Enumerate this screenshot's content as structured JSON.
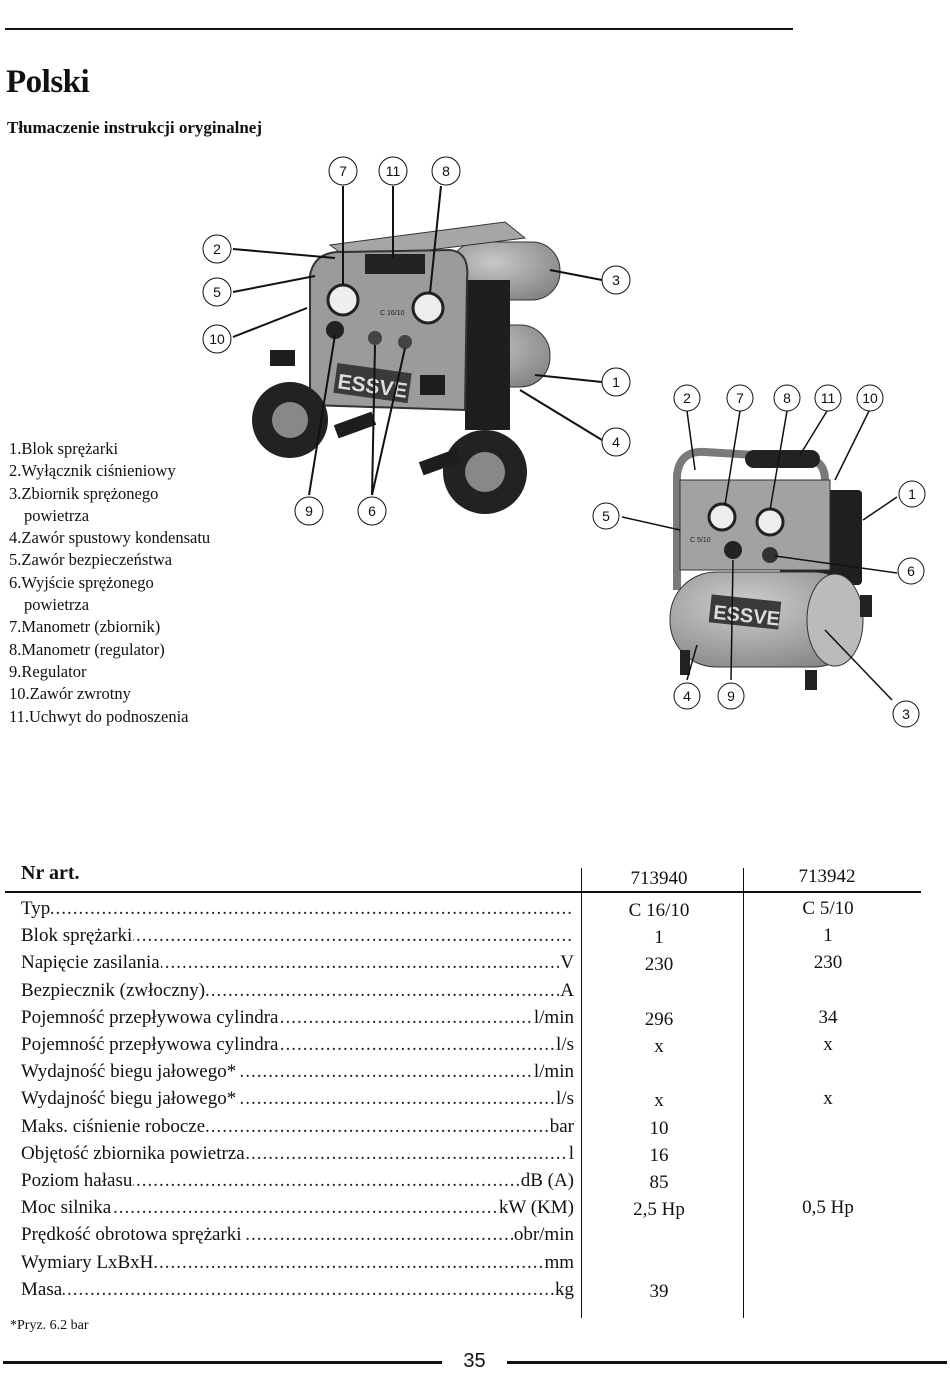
{
  "page": {
    "language": "Polski",
    "subtitle": "Tłumaczenie instrukcji oryginalnej",
    "page_number": "35",
    "footnote": "*Pryz. 6.2 bar"
  },
  "figure1": {
    "brand": "ESSVE",
    "model_plate": "C 16/10",
    "callouts": [
      "7",
      "11",
      "8",
      "2",
      "5",
      "10",
      "3",
      "1",
      "4",
      "9",
      "6"
    ]
  },
  "figure2": {
    "brand": "ESSVE",
    "model_plate": "C 5/10",
    "callouts": [
      "2",
      "7",
      "8",
      "11",
      "10",
      "1",
      "5",
      "6",
      "4",
      "9",
      "3"
    ]
  },
  "legend": [
    {
      "text": "1.Blok sprężarki"
    },
    {
      "text": "2.Wyłącznik ciśnieniowy"
    },
    {
      "text": "3.Zbiornik sprężonego"
    },
    {
      "text": "powietrza",
      "indent": true
    },
    {
      "text": "4.Zawór spustowy kondensatu"
    },
    {
      "text": "5.Zawór  bezpieczeństwa"
    },
    {
      "text": "6.Wyjście sprężonego"
    },
    {
      "text": "powietrza",
      "indent": true
    },
    {
      "text": "7.Manometr (zbiornik)"
    },
    {
      "text": "8.Manometr (regulator)"
    },
    {
      "text": "9.Regulator"
    },
    {
      "text": "10.Zawór zwrotny"
    },
    {
      "text": "11.Uchwyt do podnoszenia"
    }
  ],
  "table": {
    "header_label": "Nr art.",
    "columns": [
      "713940",
      "713942"
    ],
    "rows": [
      {
        "label": "Typ",
        "unit": "",
        "v1": "C 16/10",
        "v2": "C 5/10"
      },
      {
        "label": "Blok sprężarki",
        "unit": "",
        "v1": "1",
        "v2": "1"
      },
      {
        "label": "Napięcie zasilania ",
        "unit": "V",
        "v1": "230",
        "v2": "230"
      },
      {
        "label": "Bezpiecznik (zwłoczny)",
        "unit": "A",
        "v1": "",
        "v2": ""
      },
      {
        "label": "Pojemność przepływowa cylindra",
        "unit": "l/min",
        "v1": "296",
        "v2": "34"
      },
      {
        "label": "Pojemność przepływowa cylindra",
        "unit": "l/s",
        "v1": "x",
        "v2": "x"
      },
      {
        "label": "Wydajność biegu jałowego*",
        "unit": "l/min",
        "v1": "",
        "v2": ""
      },
      {
        "label": "Wydajność biegu jałowego*",
        "unit": "l/s",
        "v1": "x",
        "v2": "x"
      },
      {
        "label": "Maks. ciśnienie robocze",
        "unit": "bar",
        "v1": "10",
        "v2": ""
      },
      {
        "label": "Objętość zbiornika powietrza",
        "unit": "l",
        "v1": "16",
        "v2": ""
      },
      {
        "label": "Poziom hałasu",
        "unit": "dB (A)",
        "v1": "85",
        "v2": ""
      },
      {
        "label": "Moc silnika",
        "unit": "kW (KM)",
        "v1": "2,5 Hp",
        "v2": "0,5 Hp"
      },
      {
        "label": "Prędkość obrotowa sprężarki",
        "unit": "obr/min",
        "v1": "",
        "v2": ""
      },
      {
        "label": "Wymiary LxBxH",
        "unit": "mm",
        "v1": "",
        "v2": ""
      },
      {
        "label": "Masa",
        "unit": "kg",
        "v1": "39",
        "v2": ""
      }
    ]
  },
  "colors": {
    "text": "#111111",
    "machine": "#9a9a9a",
    "dark": "#2a2a2a"
  }
}
